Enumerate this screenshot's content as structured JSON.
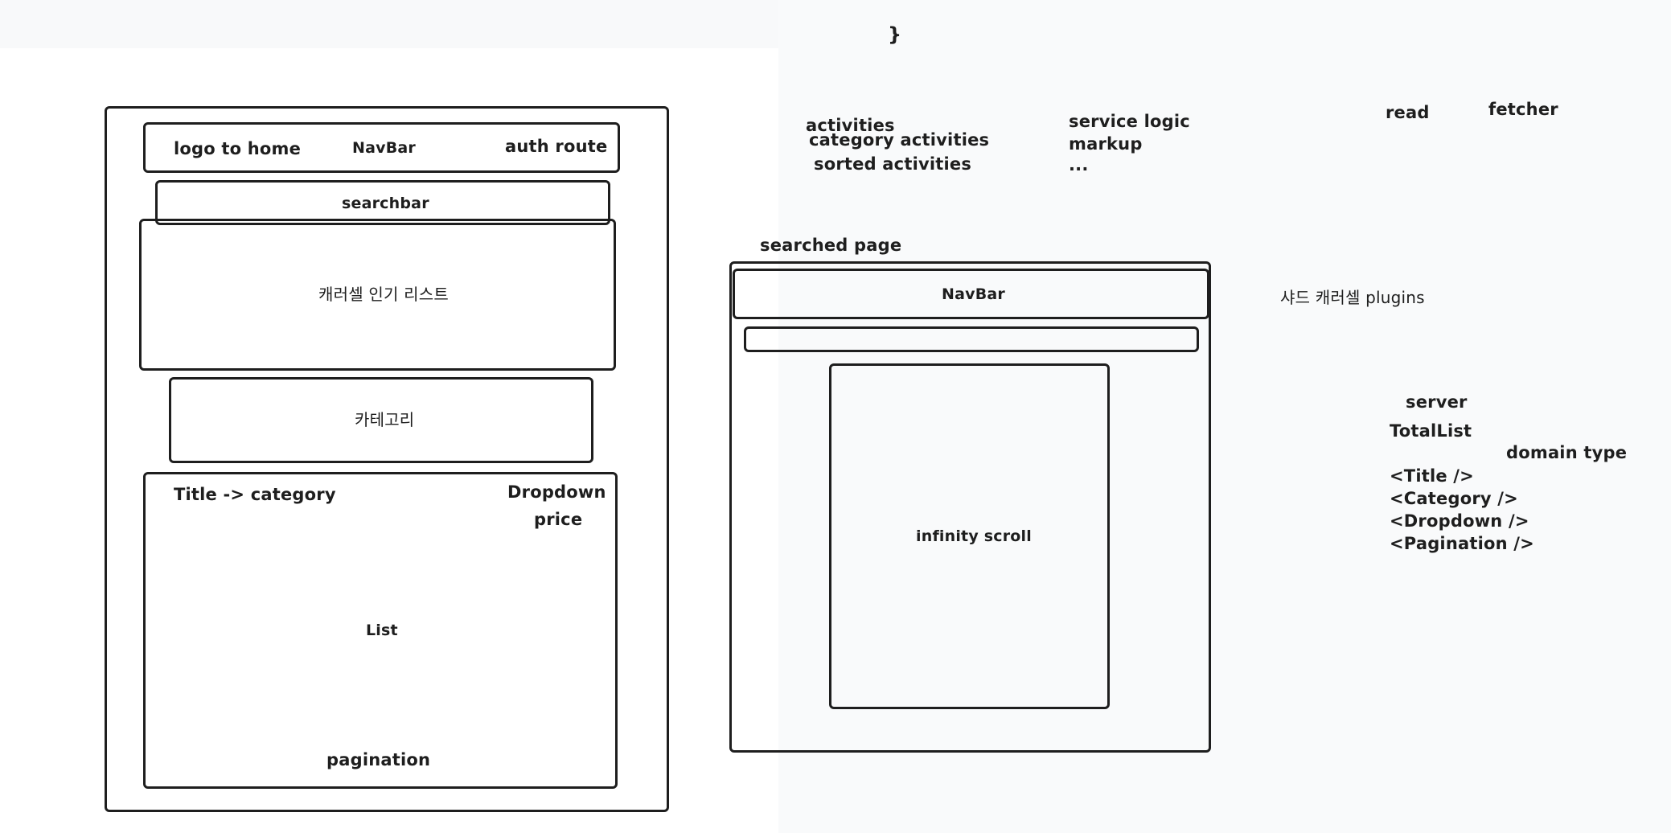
{
  "top_brace": "}",
  "home_wireframe": {
    "logo": "logo to home",
    "navbar": "NavBar",
    "auth": "auth route",
    "searchbar": "searchbar",
    "carousel": "캐러셀 인기 리스트",
    "category": "카테고리",
    "title_category": "Title  -> category",
    "dropdown": "Dropdown",
    "price": "price",
    "list": "List",
    "pagination": "pagination"
  },
  "activities_notes": {
    "activities": "activities",
    "category_activities": "category activities",
    "sorted_activities": "sorted activities"
  },
  "service_notes": {
    "service_logic": "service logic",
    "markup": "markup",
    "ellipsis": "..."
  },
  "data_notes": {
    "read": "read",
    "fetcher": "fetcher"
  },
  "searched_wireframe": {
    "title": "searched page",
    "navbar": "NavBar",
    "infinity": "infinity scroll"
  },
  "side_notes": {
    "shadcn": "샤드 캐러셀 plugins",
    "server": "server",
    "totallist": "TotalList",
    "domain_type": "domain type",
    "components": [
      "<Title />",
      "<Category />",
      "<Dropdown />",
      "<Pagination />"
    ]
  }
}
